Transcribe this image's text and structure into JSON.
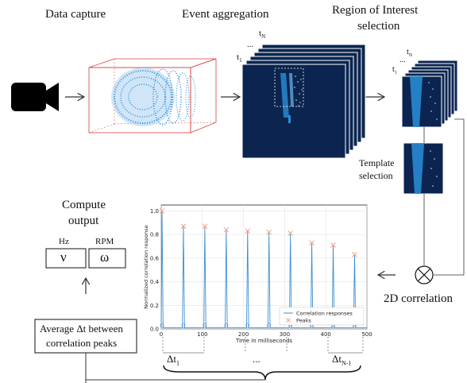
{
  "stages": {
    "data_capture": "Data capture",
    "event_aggregation": "Event aggregation",
    "roi_line1": "Region of Interest",
    "roi_line2": "selection",
    "template_line1": "Template",
    "template_line2": "selection",
    "correlation": "2D correlation",
    "compute_line1": "Compute",
    "compute_line2": "output",
    "average_line1": "Average Δt between",
    "average_line2": "correlation peaks"
  },
  "output": {
    "hz_label": "Hz",
    "rpm_label": "RPM",
    "hz_symbol": "ν",
    "rpm_symbol": "ω"
  },
  "frames": {
    "t1": "t",
    "t1_sub": "1",
    "tn": "t",
    "tn_sub": "N",
    "dots": "..."
  },
  "intervals": {
    "first": "Δt",
    "first_sub": "1",
    "middle": "...",
    "last": "Δt",
    "last_sub": "N-1"
  },
  "colors": {
    "frame_bg": "#0b2550",
    "event_blue": "#2a8fd8",
    "cylinder_edge": "#d94040",
    "peak_marker": "#f0a080",
    "response_line": "#3b8fd4"
  },
  "chart_data": {
    "type": "line",
    "xlabel": "Time in milliseconds",
    "ylabel": "Normalized correlation response",
    "xlim": [
      0,
      500
    ],
    "ylim": [
      0,
      1.05
    ],
    "xticks": [
      0,
      100,
      200,
      300,
      400,
      500
    ],
    "yticks": [
      0.0,
      0.2,
      0.4,
      0.6,
      0.8,
      1.0
    ],
    "grid": true,
    "legend_position": "lower-right",
    "series": [
      {
        "name": "Correlation responses",
        "style": "line"
      },
      {
        "name": "Peaks",
        "style": "x-markers"
      }
    ],
    "peaks": {
      "x": [
        2,
        54,
        106,
        158,
        210,
        262,
        314,
        366,
        418,
        470
      ],
      "y": [
        1.0,
        0.87,
        0.87,
        0.84,
        0.83,
        0.82,
        0.81,
        0.73,
        0.71,
        0.63
      ]
    }
  }
}
